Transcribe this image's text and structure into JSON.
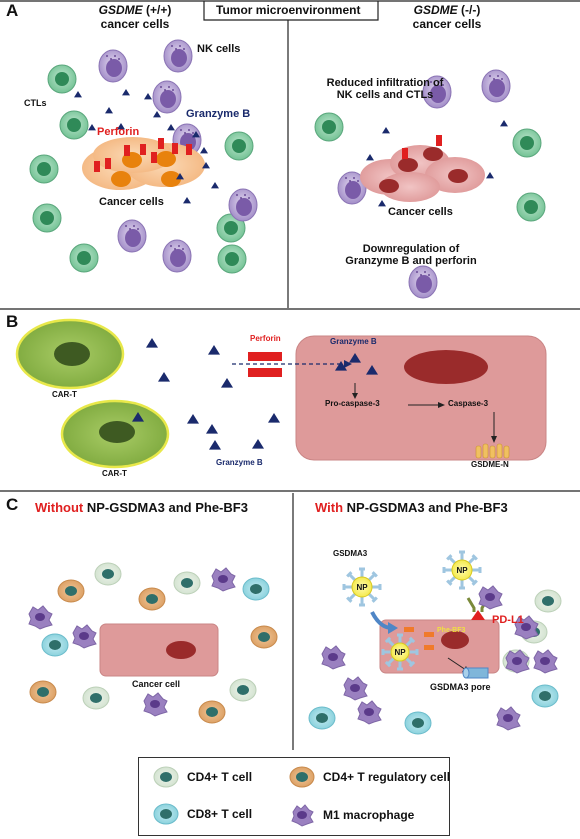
{
  "panel_a": {
    "letter": "A",
    "header": "Tumor microenvironment",
    "left_title_italic": "GSDME",
    "left_title_rest": " (+/+)",
    "left_title_line2": "cancer cells",
    "right_title_italic": "GSDME",
    "right_title_rest": " (-/-)",
    "right_title_line2": "cancer cells",
    "nk_cells": "NK cells",
    "ctls": "CTLs",
    "granzyme_b": "Granzyme B",
    "perforin": "Perforin",
    "cancer_cells_left": "Cancer cells",
    "reduced_line1": "Reduced infiltration of",
    "reduced_line2": "NK cells and CTLs",
    "cancer_cells_right": "Cancer cells",
    "down_line1": "Downregulation of",
    "down_line2": "Granzyme B and perforin"
  },
  "panel_b": {
    "letter": "B",
    "cart_1": "CAR-T",
    "cart_2": "CAR-T",
    "perforin": "Perforin",
    "granzyme_b_top": "Granzyme B",
    "granzyme_b_bottom": "Granzyme B",
    "pro_caspase": "Pro-caspase-3",
    "caspase": "Caspase-3",
    "gsdme_n": "GSDME-N"
  },
  "panel_c": {
    "letter": "C",
    "left_title_red": "Without",
    "left_title_rest": " NP-GSDMA3 and Phe-BF3",
    "right_title_red": "With",
    "right_title_rest": " NP-GSDMA3 and Phe-BF3",
    "cancer_cell": "Cancer cell",
    "gsdma3": "GSDMA3",
    "np": "NP",
    "pd_l1": "PD-L1",
    "phe_bf3": "Phe-BF3",
    "gsdma3_pore": "GSDMA3 pore"
  },
  "legend": {
    "cd4": "CD4+ T cell",
    "treg": "CD4+ T regulatory cell",
    "cd8": "CD8+ T cell",
    "m1": "M1 macrophage"
  },
  "colors": {
    "accent_red": "#e02020",
    "granzyme_navy": "#1a2a6c",
    "ctl_green": "#7fc9a0",
    "nk_purple": "#a58fc8",
    "cancer_orange": "#f6c08f",
    "cancer_pink": "#e5a3a3",
    "cart_green": "#8fb84a"
  }
}
